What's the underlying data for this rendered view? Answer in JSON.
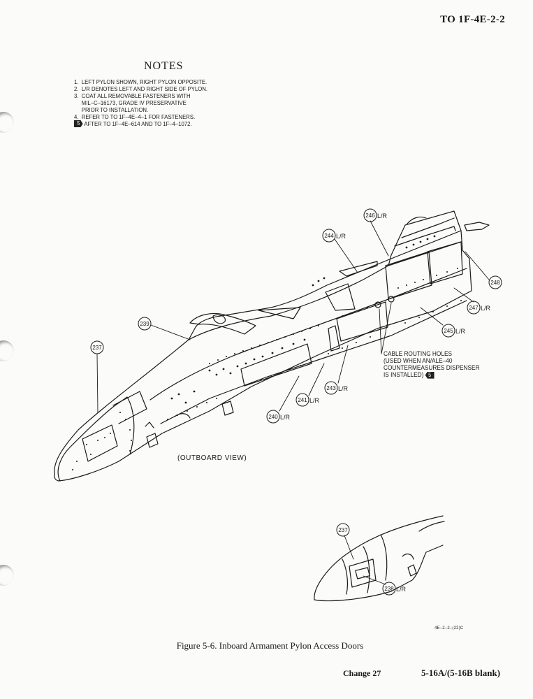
{
  "header": {
    "doc_number": "TO 1F-4E-2-2"
  },
  "notes": {
    "title": "NOTES",
    "items": [
      {
        "num": "1.",
        "text": "LEFT PYLON SHOWN, RIGHT PYLON OPPOSITE."
      },
      {
        "num": "2.",
        "text": "L/R DENOTES LEFT AND RIGHT SIDE OF PYLON."
      },
      {
        "num": "3.",
        "text": "COAT ALL REMOVABLE FASTENERS WITH\nMIL–C–16173, GRADE IV PRESERVATIVE\nPRIOR TO INSTALLATION."
      },
      {
        "num": "4.",
        "text": "REFER TO TO 1F–4E–4–1 FOR FASTENERS."
      },
      {
        "num": "5",
        "text": "AFTER TO 1F–4E–614 AND TO 1F–4–1072."
      }
    ]
  },
  "callouts": {
    "c237": "237",
    "c239": "239",
    "c240": "240",
    "c241": "241",
    "c243": "243",
    "c244": "244",
    "c245": "245",
    "c246": "246",
    "c247": "247",
    "c248": "248",
    "c237b": "237",
    "c238": "238",
    "lr": "L/R"
  },
  "view_caption": "(OUTBOARD VIEW)",
  "cable_note": {
    "text": "CABLE ROUTING HOLES\n(USED WHEN AN/ALE–40\nCOUNTERMEASURES DISPENSER\nIS INSTALLED)",
    "badge": "5"
  },
  "illustration_code": "4E–2–2–(22)C",
  "figure_caption": "Figure 5-6. Inboard Armament Pylon Access Doors",
  "footer": {
    "change": "Change 27",
    "page": "5-16A/(5-16B blank)"
  }
}
